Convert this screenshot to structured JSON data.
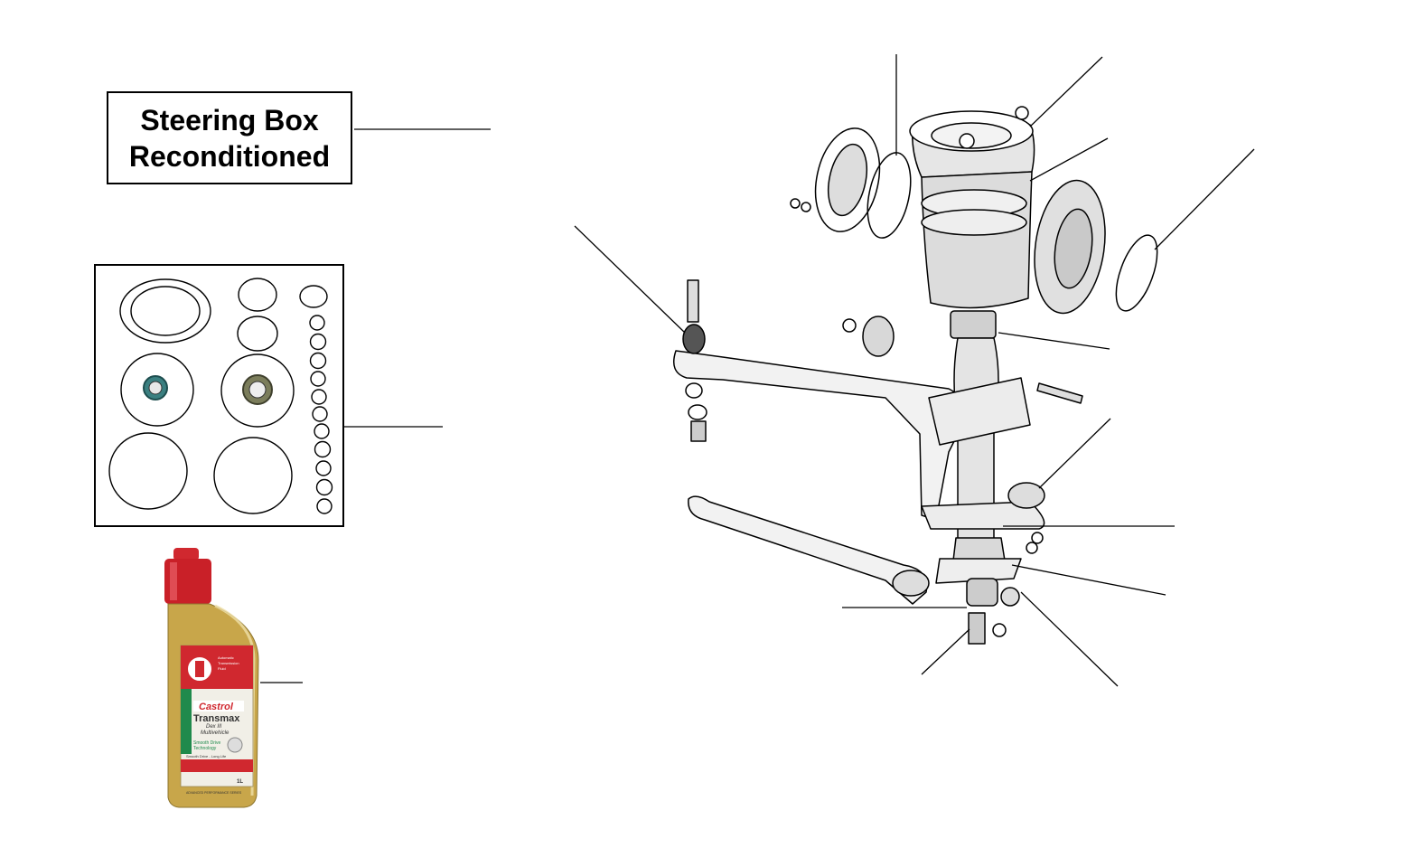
{
  "title": {
    "line1": "Steering Box",
    "line2": "Reconditioned"
  },
  "bottle": {
    "brand": "Castrol",
    "product": "Transmax",
    "subtitle1": "Dex III",
    "subtitle2": "Multivehicle",
    "tag1": "Automatic",
    "tag2": "Transmission",
    "tag3": "Fluid",
    "feature1": "Smooth Drive",
    "feature2": "Technology",
    "tagline": "Smooth Drive - Long Life",
    "volume": "1L",
    "series": "ADVANCED PERFORMANCE SERIES"
  },
  "colors": {
    "bottle_gold": "#c8a64a",
    "cap_red": "#d0282f",
    "label_green": "#1f8a4c",
    "seal_teal": "#3a7f80"
  }
}
